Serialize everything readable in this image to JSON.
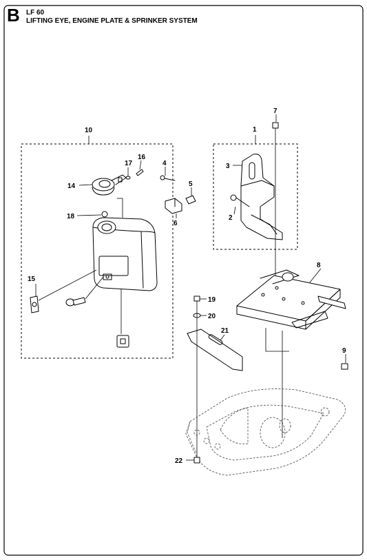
{
  "header": {
    "section_letter": "B",
    "model": "LF 60",
    "title": "LIFTING EYE, ENGINE PLATE & SPRINKER SYSTEM"
  },
  "callouts": {
    "c1": "1",
    "c2": "2",
    "c3": "3",
    "c4": "4",
    "c5": "5",
    "c6": "6",
    "c7": "7",
    "c8": "8",
    "c9": "9",
    "c10": "10",
    "c14": "14",
    "c15": "15",
    "c16": "16",
    "c17": "17",
    "c18": "18",
    "c19": "19",
    "c20": "20",
    "c21": "21",
    "c22": "22"
  },
  "icons": {
    "frame": "page-border-frame"
  }
}
